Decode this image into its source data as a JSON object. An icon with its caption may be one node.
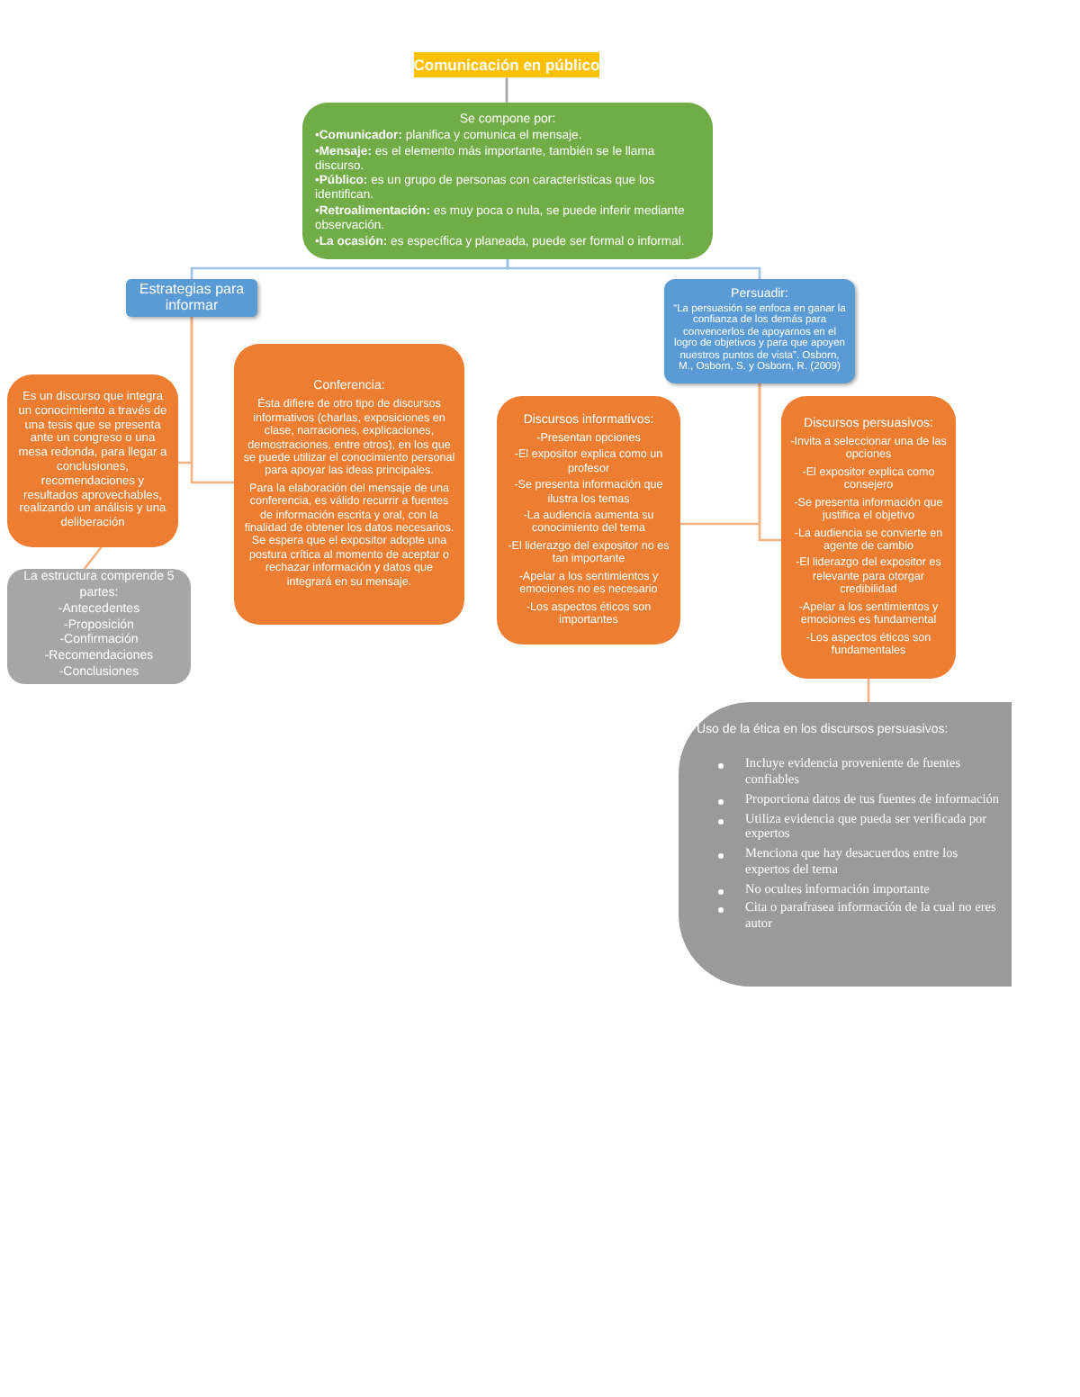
{
  "diagram": {
    "nodes": [
      {
        "text": [
          "Comunicación en público"
        ]
      },
      {
        "text": [
          "Se compone por:",
          "•**Comunicador:** planifica y comunica el mensaje.",
          "•**Mensaje:** es el elemento más importante, también se le llama discurso.",
          "•**Público:** es un grupo de personas con características que los identifican.",
          "•**Retroalimentación:** es muy poca o nula, se puede inferir mediante observación.",
          "•**La ocasión:** es específica y planeada, puede ser formal o informal."
        ]
      },
      {
        "text": [
          "Estrategias para informar"
        ]
      },
      {
        "text": [
          "Persuadir:",
          "“La persuasión se enfoca en ganar la confianza de los demás para convencerlos de apoyarnos en el logro de objetivos y para que apoyen nuestros puntos de vista”. Osborn, M., Osborn, S. y Osborn, R. (2009)"
        ]
      },
      {
        "text": [
          "Es un discurso que integra un conocimiento a través de una tesis que se presenta ante un congreso o una mesa redonda, para llegar a conclusiones, recomendaciones y resultados aprovechables, realizando un análisis y una deliberación"
        ]
      },
      {
        "text": [
          "Conferencia:",
          "Ésta difiere de otro tipo de discursos informativos (charlas, exposiciones en clase, narraciones, explicaciones, demostraciones, entre otros), en los que se puede utilizar el conocimiento personal para apoyar las ideas principales.",
          "Para la elaboración del mensaje de una conferencia, es válido recurrir a fuentes de información escrita y oral, con la finalidad de obtener los datos necesarios. Se espera que el expositor adopte una postura crítica al momento de aceptar o rechazar información y datos que integrará en su mensaje."
        ]
      },
      {
        "text": [
          "Discursos informativos:",
          "-Presentan opciones",
          "-El expositor explica como un profesor",
          "-Se presenta información que ilustra los temas",
          "-La audiencia aumenta su conocimiento del tema",
          "-El liderazgo del expositor no es tan importante",
          "-Apelar a los sentimientos y emociones no es necesario",
          "-Los aspectos éticos son importantes"
        ]
      },
      {
        "text": [
          "Discursos persuasivos:",
          "-Invita a seleccionar una de las opciones",
          "-El expositor explica como consejero",
          "-Se presenta información que justifica el objetivo",
          "-La audiencia se convierte en agente de cambio",
          "-El liderazgo del expositor es relevante para otorgar credibilidad",
          "-Apelar a los sentimientos y emociones es fundamental",
          "-Los aspectos éticos son fundamentales"
        ]
      },
      {
        "text": [
          "La estructura comprende 5 partes:",
          "-Antecedentes",
          "-Proposición",
          "-Confirmación",
          "-Recomendaciones",
          "-Conclusiones"
        ]
      },
      {
        "text": [
          "Uso de la ética en los discursos persuasivos:",
          "Incluye evidencia proveniente de fuentes confiables",
          "Proporciona datos de tus fuentes de información",
          "Utiliza evidencia que pueda ser verificada por expertos",
          "Menciona que hay desacuerdos entre los expertos del tema",
          "No ocultes información importante",
          "Cita o parafrasea información de la cual no eres autor"
        ]
      }
    ],
    "edges": [
      {
        "from": 0,
        "to": 1,
        "arrow": "none",
        "color": "#a6a6a6"
      },
      {
        "from": 1,
        "to": 2,
        "arrow": "none",
        "color": "#9dc3e6"
      },
      {
        "from": 1,
        "to": 3,
        "arrow": "none",
        "color": "#9dc3e6"
      },
      {
        "from": 2,
        "to": 4,
        "arrow": "none"
      },
      {
        "from": 2,
        "to": 5,
        "arrow": "none"
      },
      {
        "from": 4,
        "to": 8,
        "arrow": "none"
      },
      {
        "from": 3,
        "to": 6,
        "arrow": "none"
      },
      {
        "from": 3,
        "to": 7,
        "arrow": "none"
      },
      {
        "from": 7,
        "to": 9,
        "arrow": "none"
      }
    ]
  }
}
